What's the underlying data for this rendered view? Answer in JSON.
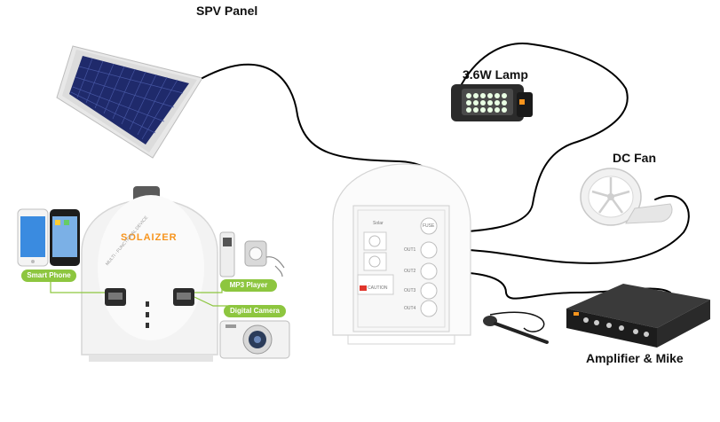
{
  "labels": {
    "spv_panel": "SPV Panel",
    "lamp": "3.6W Lamp",
    "fan": "DC Fan",
    "amp": "Amplifier & Mike"
  },
  "device": {
    "brand": "SOLAIZER",
    "subtitle": "MULTI - FUNCTIONAL DEVICE",
    "tags": {
      "smart_phone": "Smart Phone",
      "mp3_player": "MP3 Player",
      "digital_camera": "Digital Camera"
    }
  },
  "back_panel": {
    "solar": "Solar",
    "fuse": "FUSE",
    "outputs": [
      "OUT1",
      "OUT2",
      "OUT3",
      "OUT4"
    ],
    "caution": "CAUTION"
  },
  "colors": {
    "cable": "#000000",
    "accent_green": "#8dc63f",
    "brand_orange": "#f7941d",
    "panel_blue": "#1f2a6b"
  }
}
